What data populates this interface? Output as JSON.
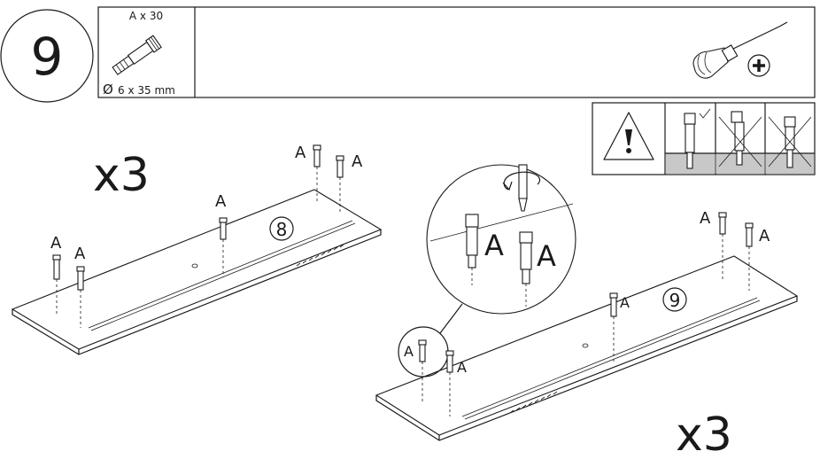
{
  "step": {
    "number": "9"
  },
  "parts_box": {
    "quantity": "A x 30",
    "size": "6 x 35 mm",
    "diameter_symbol": "Ø"
  },
  "tools": {
    "screwdriver_icon": "screwdriver-icon",
    "phillips_icon": "phillips-head-icon"
  },
  "warning": {
    "icons": [
      "warning-triangle-icon",
      "dowel-correct-icon",
      "dowel-wrong-icon",
      "dowel-wrong-icon"
    ]
  },
  "left_panel": {
    "multiplier": "x3",
    "panel_number": "8",
    "dowel_label": "A"
  },
  "right_panel": {
    "multiplier": "x3",
    "panel_number": "9",
    "dowel_label": "A"
  },
  "detail": {
    "label_1": "A",
    "label_2": "A"
  }
}
